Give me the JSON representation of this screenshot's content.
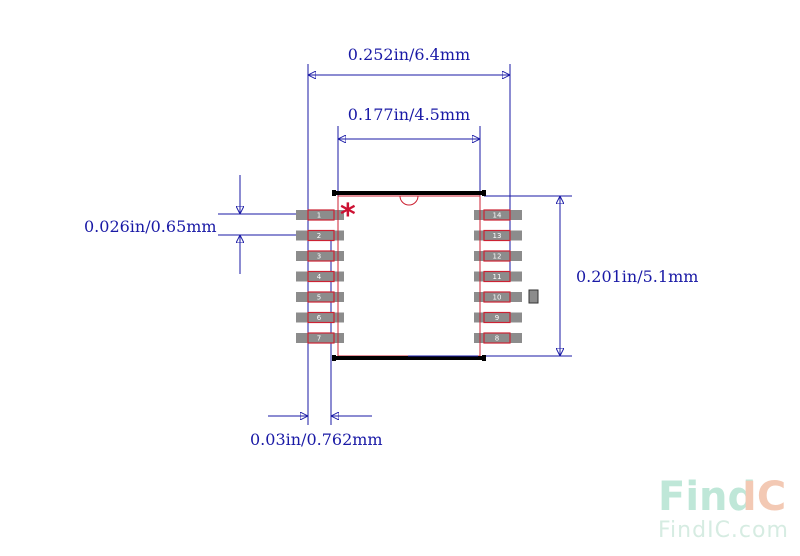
{
  "dimensions": {
    "overall_width": "0.252in/6.4mm",
    "body_width": "0.177in/4.5mm",
    "pitch": "0.026in/0.65mm",
    "body_length": "0.201in/5.1mm",
    "pad_width": "0.03in/0.762mm"
  },
  "pin_marker": "*",
  "left_pins": [
    "1",
    "2",
    "3",
    "4",
    "5",
    "6",
    "7"
  ],
  "right_pins": [
    "14",
    "13",
    "12",
    "11",
    "10",
    "9",
    "8"
  ],
  "logo": {
    "brand_part1": "Find",
    "brand_part2": "IC",
    "site": "FindIC.com"
  },
  "colors": {
    "dimension": "#1a1aa6",
    "outline": "#cc2233",
    "pad": "#8c8c8c",
    "body": "#000000"
  }
}
